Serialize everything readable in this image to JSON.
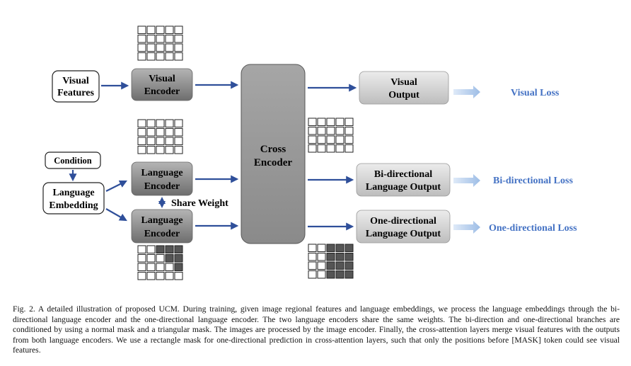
{
  "diagram": {
    "visual_features": [
      "Visual",
      "Features"
    ],
    "condition": "Condition",
    "language_embedding": [
      "Language",
      "Embedding"
    ],
    "visual_encoder": [
      "Visual",
      "Encoder"
    ],
    "language_encoder_1": [
      "Language",
      "Encoder"
    ],
    "language_encoder_2": [
      "Language",
      "Encoder"
    ],
    "share_weight": "Share Weight",
    "cross_encoder": [
      "Cross",
      "Encoder"
    ],
    "visual_output": [
      "Visual",
      "Output"
    ],
    "bi_output": [
      "Bi-directional",
      "Language Output"
    ],
    "one_output": [
      "One-directional",
      "Language Output"
    ],
    "visual_loss": "Visual Loss",
    "bi_loss": "Bi-directional Loss",
    "one_loss": "One-directional Loss"
  },
  "masks": {
    "visual_full": [
      [
        0,
        0,
        0,
        0,
        0
      ],
      [
        0,
        0,
        0,
        0,
        0
      ],
      [
        0,
        0,
        0,
        0,
        0
      ],
      [
        0,
        0,
        0,
        0,
        0
      ]
    ],
    "language_full": [
      [
        0,
        0,
        0,
        0,
        0
      ],
      [
        0,
        0,
        0,
        0,
        0
      ],
      [
        0,
        0,
        0,
        0,
        0
      ],
      [
        0,
        0,
        0,
        0,
        0
      ]
    ],
    "language_triangular": [
      [
        0,
        0,
        1,
        1,
        1
      ],
      [
        0,
        0,
        0,
        1,
        1
      ],
      [
        0,
        0,
        0,
        0,
        1
      ],
      [
        0,
        0,
        0,
        0,
        0
      ]
    ],
    "cross_full": [
      [
        0,
        0,
        0,
        0,
        0
      ],
      [
        0,
        0,
        0,
        0,
        0
      ],
      [
        0,
        0,
        0,
        0,
        0
      ],
      [
        0,
        0,
        0,
        0,
        0
      ]
    ],
    "cross_rectangle": [
      [
        0,
        0,
        1,
        1,
        1
      ],
      [
        0,
        0,
        1,
        1,
        1
      ],
      [
        0,
        0,
        1,
        1,
        1
      ],
      [
        0,
        0,
        1,
        1,
        1
      ]
    ]
  },
  "colors": {
    "arrow": "#2f4f9a",
    "loss_text": "#4472c4",
    "loss_arrow": "#a9c6ea",
    "encoder_fill": "#8c8c8c",
    "output_fill": "#d9d9d9",
    "mask_dark": "#555555"
  },
  "caption": "Fig. 2.  A detailed illustration of proposed UCM. During training, given image regional features and language embeddings, we process the language embeddings through the bi-directional language encoder and the one-directional language encoder. The two language encoders share the same weights. The bi-direction and one-directional branches are conditioned by using a normal mask and a triangular mask. The images are processed by the image encoder. Finally, the cross-attention layers merge visual features with the outputs from both language encoders. We use a rectangle mask for one-directional prediction in cross-attention layers, such that only the positions before [MASK] token could see visual features."
}
